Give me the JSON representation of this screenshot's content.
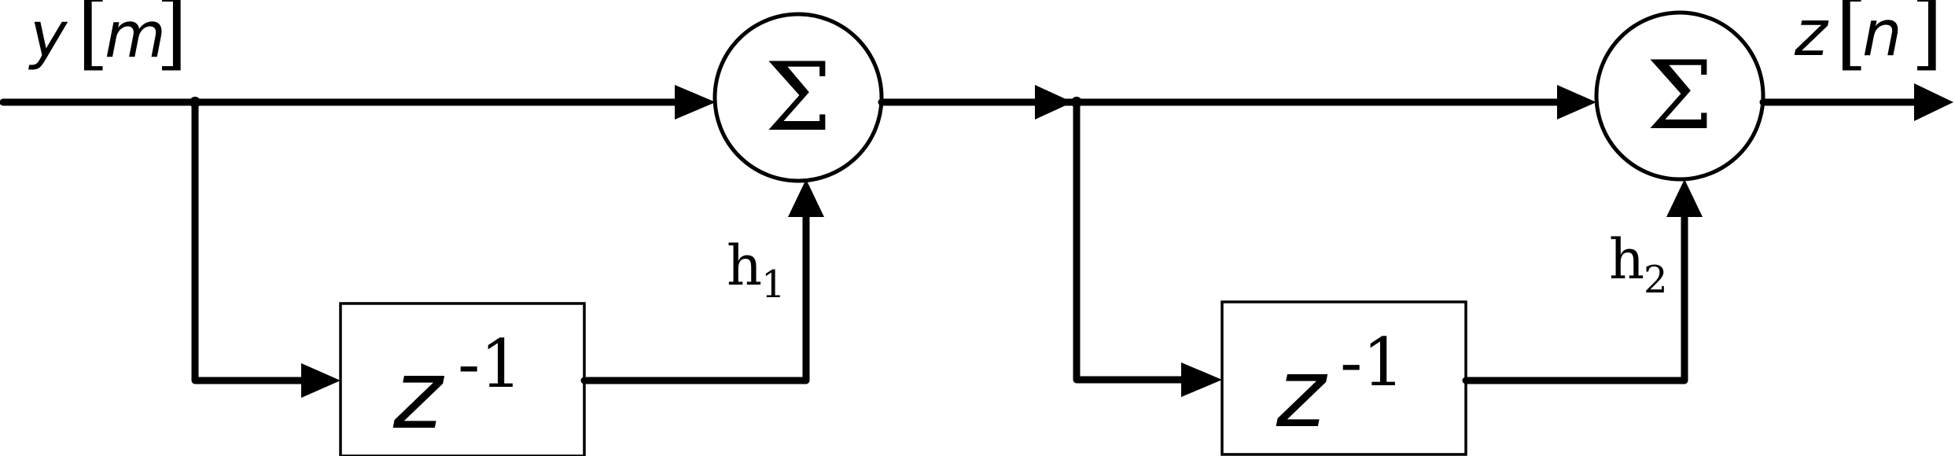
{
  "signals": {
    "input": {
      "name": "y",
      "index": "m"
    },
    "output": {
      "name": "z",
      "index": "n"
    }
  },
  "stages": [
    {
      "adder_symbol": "Σ",
      "delay": {
        "base": "z",
        "exponent": "-1"
      },
      "gain": {
        "base": "h",
        "sub": "1"
      }
    },
    {
      "adder_symbol": "Σ",
      "delay": {
        "base": "z",
        "exponent": "-1"
      },
      "gain": {
        "base": "h",
        "sub": "2"
      }
    }
  ]
}
